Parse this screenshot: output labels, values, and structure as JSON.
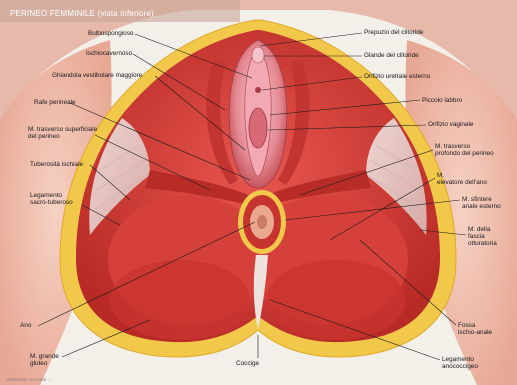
{
  "title": "PERINEO FEMMINILE (vista inferiore)",
  "credit": "SPRINGER / AUTORE ...",
  "labels": {
    "bulbospongioso": "Bulbospongioso",
    "ischiocavernoso": "Ischiocavernoso",
    "ghiandola": "Ghiandola vestibolare maggiore",
    "rafe": "Rafe perineale",
    "trasverso_sup": "M. trasverso superficiale\ndel perineo",
    "tuberosita": "Tuberosità ischiale",
    "legamento_sacro": "Legamento\nsacro-tuberoso",
    "ano": "Ano",
    "gluteo": "M. grande\ngluteo",
    "coccige": "Coccige",
    "prepuzio": "Prepuzio del clitoride",
    "glande": "Glande del clitoride",
    "orifizio_uretrale": "Orifizio uretrale esterno",
    "piccolo_labbro": "Piccolo labbro",
    "orifizio_vaginale": "Orifizio vaginale",
    "trasverso_prof": "M. trasverso\nprofondo del perineo",
    "elevatore": "M.\nelevatore dell'ano",
    "sfintere": "M. sfintere\nanale esterno",
    "otturatorio": "M. della\nfascia\notturatoria",
    "fossa": "Fossa\nischio-anale",
    "legamento_ano": "Legamento\nanococcigeo"
  },
  "colors": {
    "muscle": "#d9403a",
    "muscle_dark": "#b92a28",
    "fat": "#f0c23a",
    "skin": "#f2c4b4",
    "background": "#f3efe9",
    "title_band": "#c9a79a"
  }
}
